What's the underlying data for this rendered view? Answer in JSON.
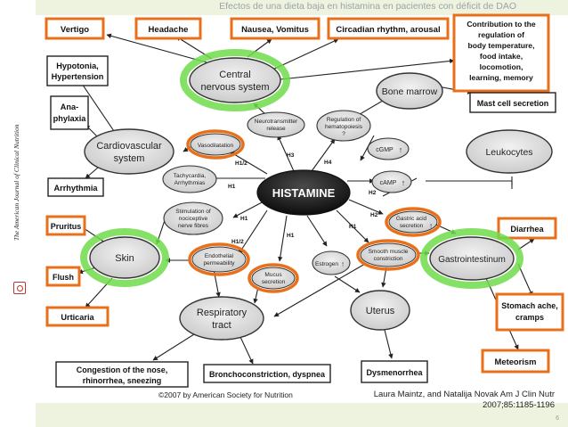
{
  "header_title": "Efectos de una dieta baja en histamina en pacientes con déficit de DAO",
  "journal_name": "The American Journal of Clinical Nutrition",
  "center": "HISTAMINE",
  "boxes": {
    "vertigo": "Vertigo",
    "headache": "Headache",
    "nausea": "Nausea, Vomitus",
    "circadian": "Circadian rhythm, arousal",
    "contribution": [
      "Contribution to the",
      "regulation of",
      "body temperature,",
      "food intake,",
      "locomotion,",
      "learning, memory"
    ],
    "hypotonia": [
      "Hypotonia,",
      "Hypertension"
    ],
    "anaphylaxia": [
      "Ana-",
      "phylaxia"
    ],
    "arrhythmia": "Arrhythmia",
    "mast_cell": "Mast cell secretion",
    "pruritus": "Pruritus",
    "flush": "Flush",
    "urticaria": "Urticaria",
    "diarrhea": "Diarrhea",
    "stomach": [
      "Stomach ache,",
      "cramps"
    ],
    "meteorism": "Meteorism",
    "congestion": [
      "Congestion of the nose,",
      "rhinorrhea, sneezing"
    ],
    "bronchoconstriction": "Bronchoconstriction, dyspnea",
    "dysmenorrhea": "Dysmenorrhea"
  },
  "organs": {
    "cns": [
      "Central",
      "nervous system"
    ],
    "cardio": [
      "Cardiovascular",
      "system"
    ],
    "skin": "Skin",
    "respiratory": [
      "Respiratory",
      "tract"
    ],
    "uterus": "Uterus",
    "gi": "Gastrointestinum",
    "bone_marrow": "Bone marrow",
    "leukocytes": "Leukocytes"
  },
  "mechanisms": {
    "neurotransmitter": [
      "Neurotransmitter",
      "release"
    ],
    "hematopoiesis": [
      "Regulation of",
      "hematopoiesis",
      "?"
    ],
    "cgmp": "cGMP",
    "camp": "cAMP",
    "vasodilatation": "Vasodilatation",
    "tachycardia": [
      "Tachycardia,",
      "Arrhythmias"
    ],
    "nociceptive": [
      "Stimulation of",
      "nociceptive",
      "nerve fibres"
    ],
    "endothelial": [
      "Endothelial",
      "permeability"
    ],
    "mucus": [
      "Mucus",
      "secretion"
    ],
    "estrogen": "Estrogen",
    "smooth_muscle": [
      "Smooth muscle",
      "constriction"
    ],
    "gastric_acid": [
      "Gastric acid",
      "secretion"
    ]
  },
  "receptors": {
    "h3": "H3",
    "h4": "H4",
    "h1h2_a": "H1/2",
    "h1_a": "H1",
    "h1h2_b": "H1/2",
    "h1_b": "H1",
    "h1_c": "H1",
    "h2_a": "H2",
    "h2_b": "H2",
    "h1_d": "H1"
  },
  "credit_left": "©2007 by American Society for Nutrition",
  "credit_right": [
    "Laura Maintz, and Natalija Novak Am J Clin Nutr",
    "2007;85:1185-1196"
  ],
  "page_number": "6",
  "colors": {
    "box_border": "#e8701a",
    "oval_fill": "#dcdcdc",
    "glow": "#6fdc4a",
    "center_fill": "#222222",
    "arrow": "#222222"
  }
}
